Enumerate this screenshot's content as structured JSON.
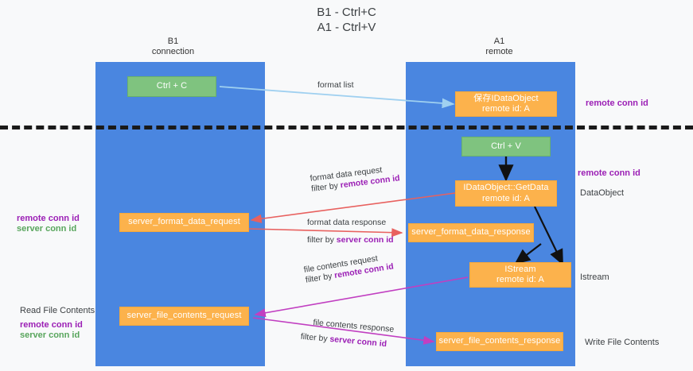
{
  "title": {
    "line1": "B1 - Ctrl+C",
    "line2": "A1 - Ctrl+V"
  },
  "lanes": [
    {
      "name": "B1",
      "sub": "connection"
    },
    {
      "name": "A1",
      "sub": "remote"
    }
  ],
  "nodes": {
    "ctrl_c": {
      "line1": "Ctrl + C",
      "line2": ""
    },
    "save_idataobject": {
      "line1": "保存IDataObject",
      "line2": "remote id: A"
    },
    "ctrl_v": {
      "line1": "Ctrl + V",
      "line2": ""
    },
    "getdata": {
      "line1": "IDataObject::GetData",
      "line2": "remote id: A"
    },
    "fmt_req": {
      "line1": "server_format_data_request",
      "line2": ""
    },
    "fmt_resp": {
      "line1": "server_format_data_response",
      "line2": ""
    },
    "istream": {
      "line1": "IStream",
      "line2": "remote id: A"
    },
    "file_req": {
      "line1": "server_file_contents_request",
      "line2": ""
    },
    "file_resp": {
      "line1": "server_file_contents_response",
      "line2": ""
    }
  },
  "edge_labels": {
    "format_list": "format list",
    "fmt_req_l1": "format data request",
    "fmt_req_l2_prefix": "filter by ",
    "fmt_req_l2_key": "remote conn id",
    "fmt_resp_l1": "format data response",
    "fmt_resp_l2_prefix": "filter by ",
    "fmt_resp_l2_key": "server conn id",
    "file_req_l1": "file contents request",
    "file_req_l2_prefix": "filter by ",
    "file_req_l2_key": "remote conn id",
    "file_resp_l1": "file contents response",
    "file_resp_l2_prefix": "filter by ",
    "file_resp_l2_key": "server conn id"
  },
  "annotations": {
    "right_remote_conn_1": "remote conn id",
    "right_remote_conn_2": "remote conn id",
    "dataobject": "DataObject",
    "istream": "Istream",
    "write_file_contents": "Write File Contents",
    "left_remote_conn_1": "remote conn id",
    "left_server_conn_1": "server conn id",
    "read_file_contents": "Read File Contents",
    "left_remote_conn_2": "remote conn id",
    "left_server_conn_2": "server conn id"
  },
  "colors": {
    "lane": "#4a86e0",
    "green_node": "#7fc37f",
    "orange_node": "#fcb24c",
    "key_purple": "#9b1fb5",
    "key_green": "#58a55c",
    "arrow_blue": "#9fd0f0",
    "arrow_red": "#e8615f",
    "arrow_magenta": "#c13fc1",
    "arrow_black": "#111111",
    "background": "#f8f9fa"
  }
}
